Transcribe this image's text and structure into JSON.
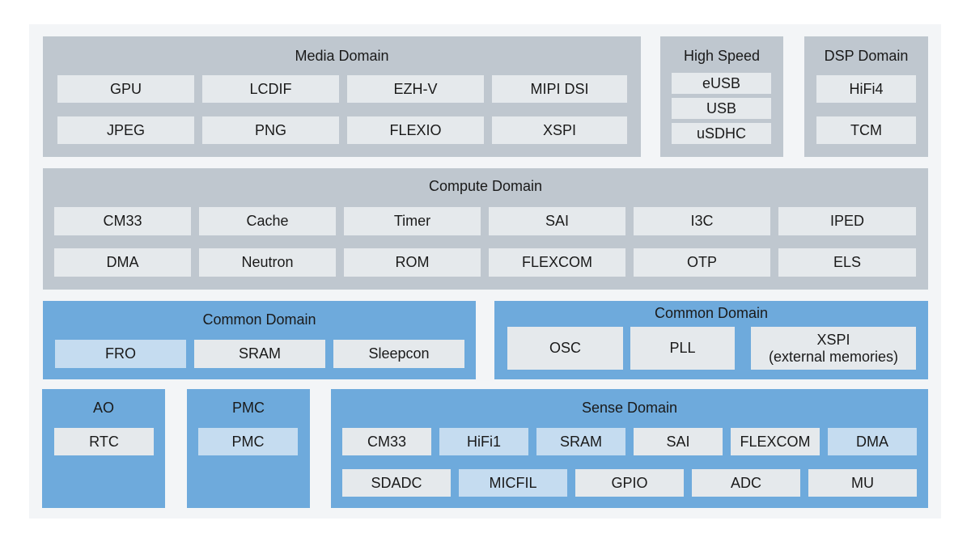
{
  "media": {
    "title": "Media Domain",
    "cells": [
      "GPU",
      "LCDIF",
      "EZH-V",
      "MIPI DSI",
      "JPEG",
      "PNG",
      "FLEXIO",
      "XSPI"
    ]
  },
  "high_speed": {
    "title": "High Speed",
    "cells": [
      "eUSB",
      "USB",
      "uSDHC"
    ]
  },
  "dsp": {
    "title": "DSP Domain",
    "cells": [
      "HiFi4",
      "TCM"
    ]
  },
  "compute": {
    "title": "Compute Domain",
    "cells": [
      "CM33",
      "Cache",
      "Timer",
      "SAI",
      "I3C",
      "IPED",
      "DMA",
      "Neutron",
      "ROM",
      "FLEXCOM",
      "OTP",
      "ELS"
    ]
  },
  "common_left": {
    "title": "Common Domain",
    "cells": [
      "FRO",
      "SRAM",
      "Sleepcon"
    ]
  },
  "common_right": {
    "title": "Common Domain",
    "cells": [
      "OSC",
      "PLL",
      "XSPI",
      "(external memories)"
    ]
  },
  "ao": {
    "title": "AO",
    "cells": [
      "RTC"
    ]
  },
  "pmc": {
    "title": "PMC",
    "cells": [
      "PMC"
    ]
  },
  "sense": {
    "title": "Sense Domain",
    "cells": [
      "CM33",
      "HiFi1",
      "SRAM",
      "SAI",
      "FLEXCOM",
      "DMA",
      "SDADC",
      "MICFIL",
      "GPIO",
      "ADC",
      "MU"
    ]
  },
  "colors": {
    "frame_bg": "#f3f5f7",
    "grey_domain": "#bfc7cf",
    "grey_cell": "#e5e9ec",
    "blue_domain": "#6eaadc",
    "light_blue_cell": "#c5dcf0"
  }
}
